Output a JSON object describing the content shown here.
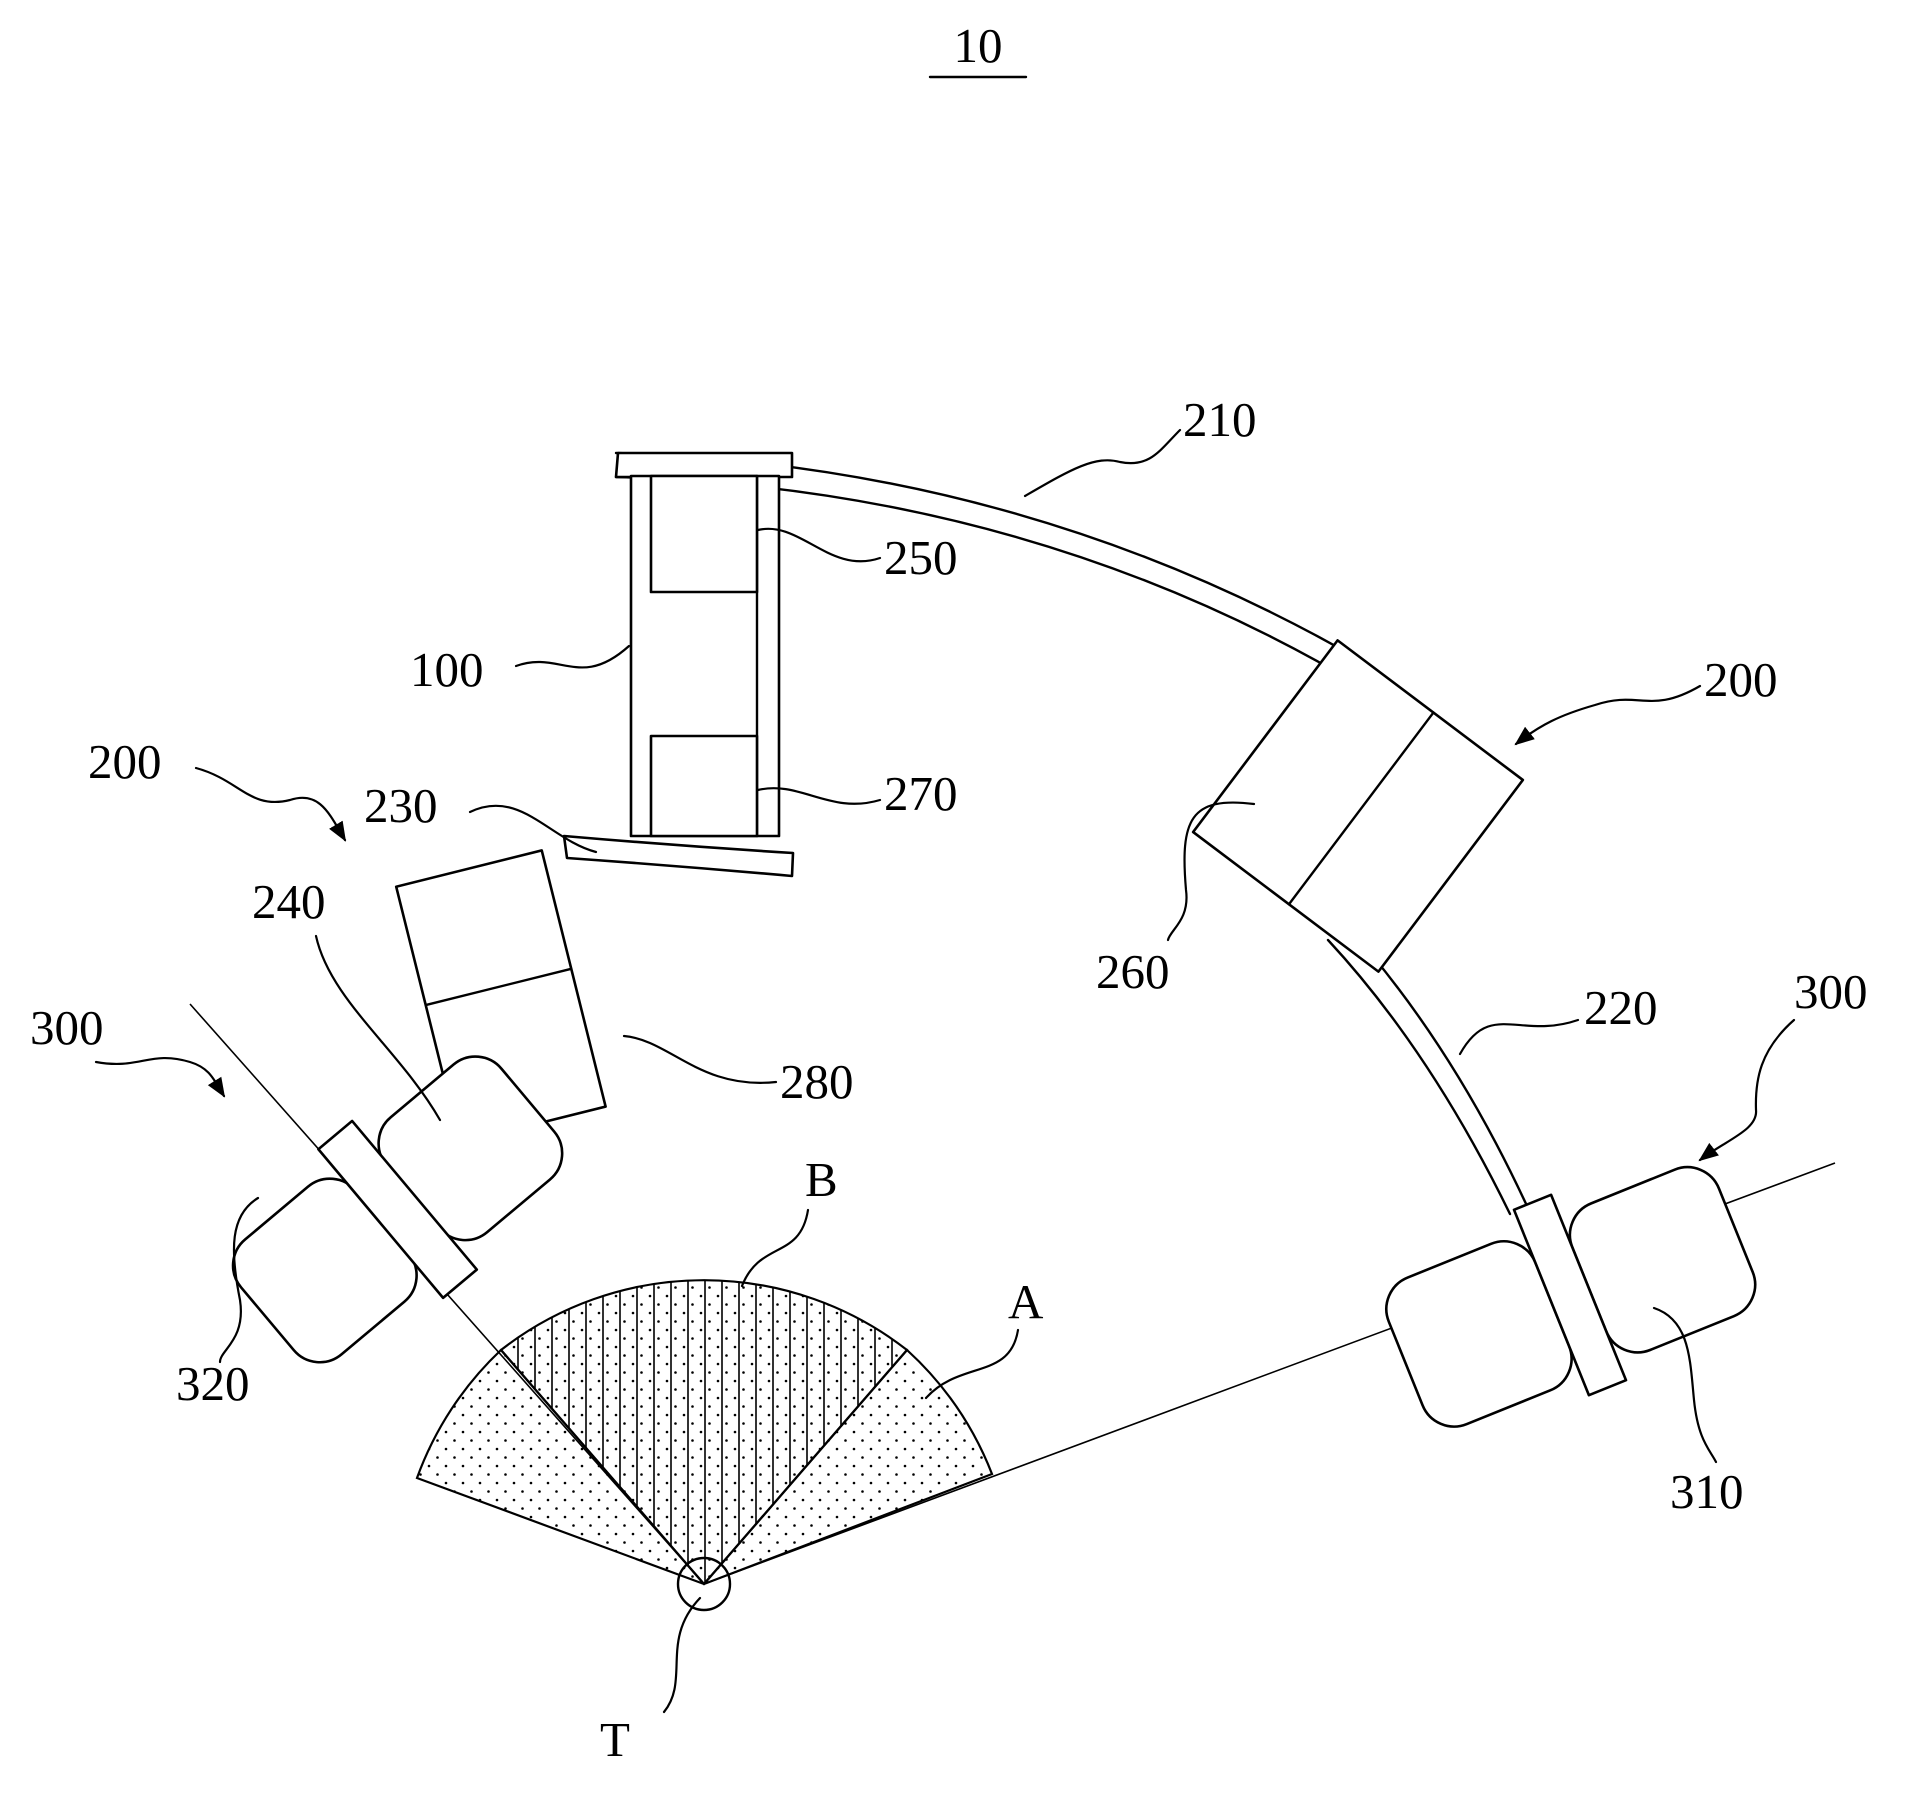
{
  "figure": {
    "number": "10"
  },
  "labels": {
    "track_main": "210",
    "track_right": "220",
    "track_left": "230",
    "left_body_upper": "240",
    "bracket_upper_block": "250",
    "right_body": "260",
    "bracket_lower_block": "270",
    "left_body_lower": "280",
    "bracket": "100",
    "assembly_left": "200",
    "assembly_right": "200",
    "detector_left_group": "300",
    "detector_right_group": "300",
    "detector_right": "310",
    "detector_left": "320",
    "region_outer": "A",
    "region_inner": "B",
    "target": "T"
  },
  "colors": {
    "ink": "#000000",
    "paper": "#ffffff"
  }
}
